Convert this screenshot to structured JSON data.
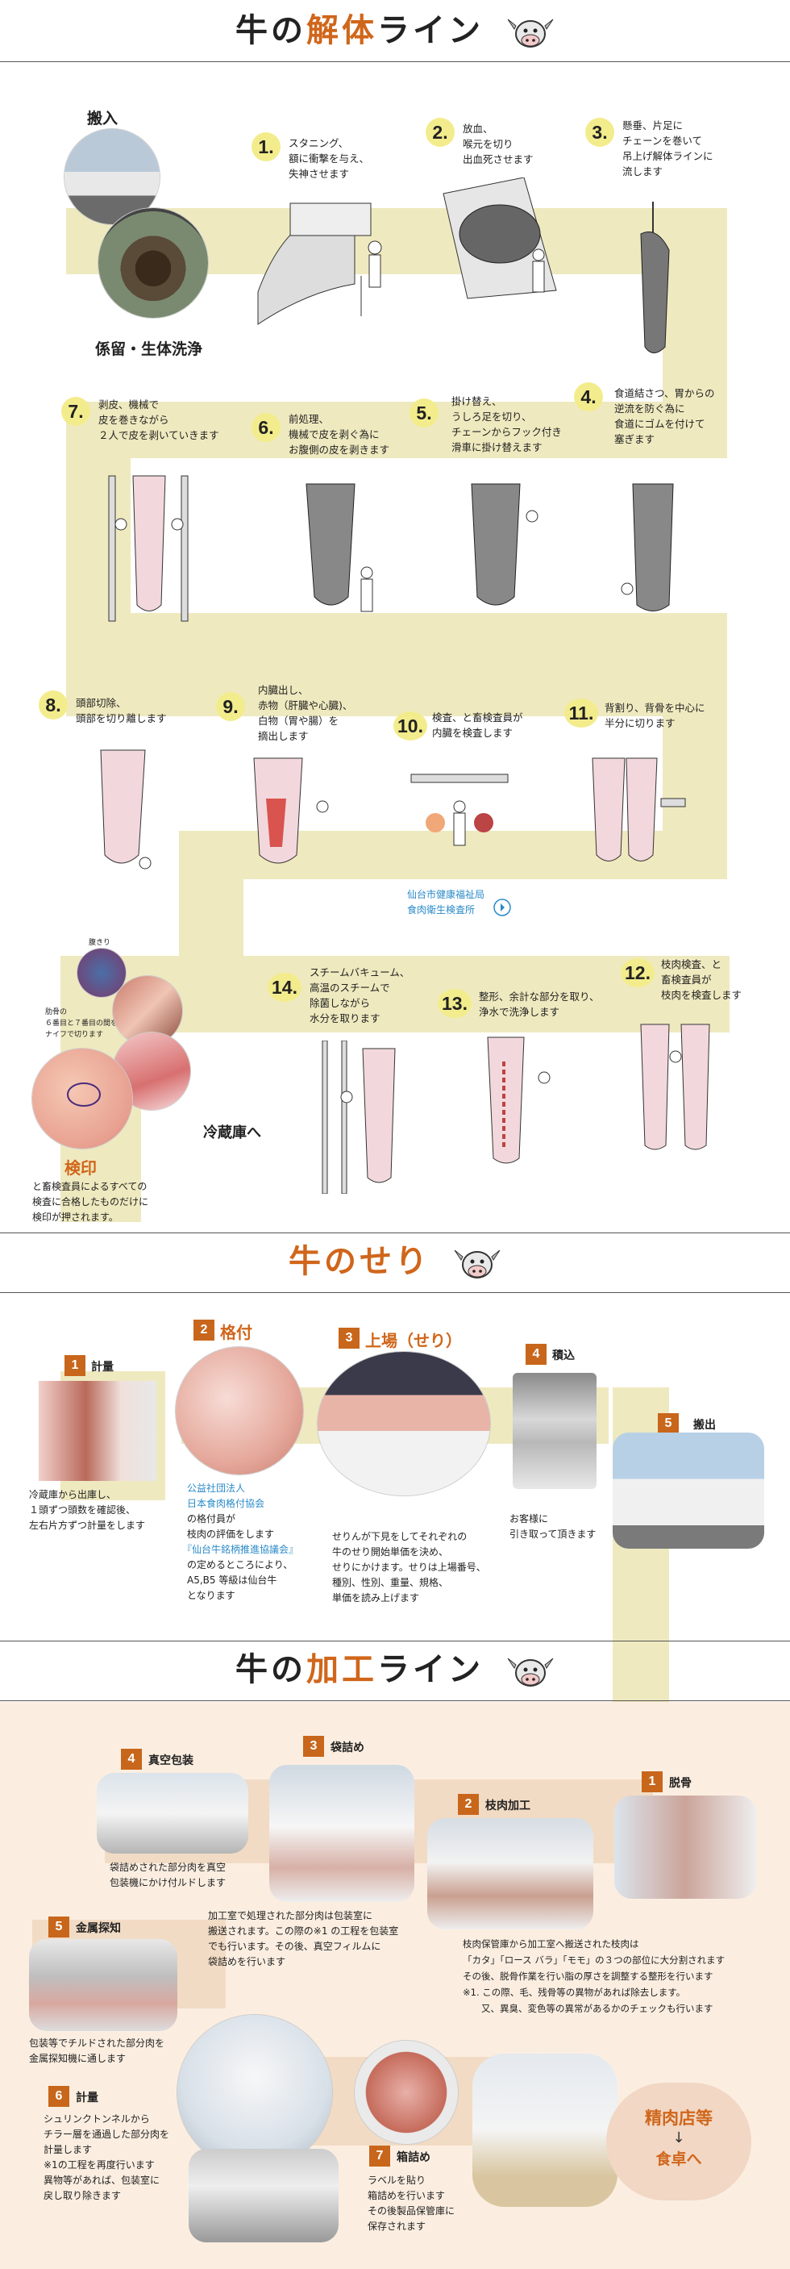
{
  "section1": {
    "title_a": "牛の",
    "title_b": "解体",
    "title_c": "ライン",
    "arrival": "搬入",
    "holding": "係留・生体洗浄",
    "steps": [
      {
        "n": "1.",
        "text": "スタニング、\n額に衝撃を与え、\n失神させます"
      },
      {
        "n": "2.",
        "text": "放血、\n喉元を切り\n出血死させます"
      },
      {
        "n": "3.",
        "text": "懸垂、片足に\nチェーンを巻いて\n吊上げ解体ラインに\n流します"
      },
      {
        "n": "4.",
        "text": "食道結さつ、胃からの\n逆流を防ぐ為に\n食道にゴムを付けて\n塞ぎます"
      },
      {
        "n": "5.",
        "text": "掛け替え、\nうしろ足を切り、\nチェーンからフック付き\n滑車に掛け替えます"
      },
      {
        "n": "6.",
        "text": "前処理、\n機械で皮を剥ぐ為に\nお腹側の皮を剥きます"
      },
      {
        "n": "7.",
        "text": "剥皮、機械で\n皮を巻きながら\n２人で皮を剥いていきます"
      },
      {
        "n": "8.",
        "text": "頭部切除、\n頭部を切り離します"
      },
      {
        "n": "9.",
        "text": "内臓出し、\n赤物（肝臓や心臓)、\n白物（胃や腸）を\n摘出します"
      },
      {
        "n": "10.",
        "text": "検査、と畜検査員が\n内臓を検査します"
      },
      {
        "n": "11.",
        "text": "背割り、背骨を中心に\n半分に切ります"
      },
      {
        "n": "12.",
        "text": "枝肉検査、と\n畜検査員が\n枝肉を検査します"
      },
      {
        "n": "13.",
        "text": "整形、余計な部分を取り、\n浄水で洗浄します"
      },
      {
        "n": "14.",
        "text": "スチームバキューム、\n高温のスチームで\n除菌しながら\n水分を取ります"
      }
    ],
    "inspection_office": "仙台市健康福祉局\n食肉衛生検査所",
    "to_fridge": "冷蔵庫へ",
    "rib_label": "腹きり",
    "rib_note": "肋骨の\n６番目と７番目の間を\nナイフで切ります",
    "stamp_title": "検印",
    "stamp_text": "と畜検査員によるすべての\n検査に合格したものだけに\n検印が押されます。"
  },
  "section2": {
    "title_a": "牛の",
    "title_b": "せり",
    "steps": [
      {
        "n": "1",
        "label": "計量",
        "text": "冷蔵庫から出庫し、\n１頭ずつ頭数を確認後、\n左右片方ずつ計量をします"
      },
      {
        "n": "2",
        "label": "格付",
        "org": "公益社団法人\n日本食肉格付協会",
        "text_a": "の格付員が\n枝肉の評価をします",
        "brand": "『仙台牛銘柄推進協議会』",
        "text_b": "の定めるところにより、\nA5,B5 等級は仙台牛\nとなります"
      },
      {
        "n": "3",
        "label": "上場（せり）",
        "text": "せりんが下見をしてそれぞれの\n牛のせり開始単価を決め、\nせりにかけます。せりは上場番号、\n種別、性別、重量、規格、\n単価を読み上げます"
      },
      {
        "n": "4",
        "label": "積込",
        "text": "お客様に\n引き取って頂きます"
      },
      {
        "n": "5",
        "label": "搬出",
        "text": ""
      }
    ]
  },
  "section3": {
    "title_a": "牛の",
    "title_b": "加工",
    "title_c": "ライン",
    "steps": [
      {
        "n": "1",
        "label": "脱骨"
      },
      {
        "n": "2",
        "label": "枝肉加工"
      },
      {
        "n": "3",
        "label": "袋詰め"
      },
      {
        "n": "4",
        "label": "真空包装"
      },
      {
        "n": "5",
        "label": "金属探知"
      },
      {
        "n": "6",
        "label": "計量"
      },
      {
        "n": "7",
        "label": "箱詰め"
      }
    ],
    "text_4": "袋詰めされた部分肉を真空\n包装機にかけ付ルドします",
    "text_3": "加工室で処理された部分肉は包装室に\n搬送されます。この際の※1 の工程を包装室\nでも行います。その後、真空フィルムに\n袋詰めを行います",
    "text_2": "枝肉保管庫から加工室へ搬送された枝肉は\n「カタ」「ロース バラ」「モモ」の３つの部位に大分割されます\nその後、脱骨作業を行い脂の厚さを調整する整形を行います\n※1. この際、毛、残骨等の異物があれば除去します。\n　　又、異臭、変色等の異常があるかのチェックも行います",
    "text_5": "包装等でチルドされた部分肉を\n金属探知機に通します",
    "text_6": "シュリンクトンネルから\nチラー層を通過した部分肉を\n計量します\n※1の工程を再度行います\n異物等があれば、包装室に\n戻し取り除きます",
    "text_7": "ラベルを貼り\n箱詰めを行います\nその後製品保管庫に\n保存されます",
    "end_a": "精肉店等",
    "end_arrow": "↓",
    "end_b": "食卓へ"
  },
  "colors": {
    "band": "#efe9bf",
    "accent": "#d0661b",
    "number_circle": "#f3ec8c",
    "peach": "#fbeee1",
    "blue": "#2a8ac8"
  },
  "icons": [
    "cow-face-icon",
    "arrow-circle-icon"
  ]
}
